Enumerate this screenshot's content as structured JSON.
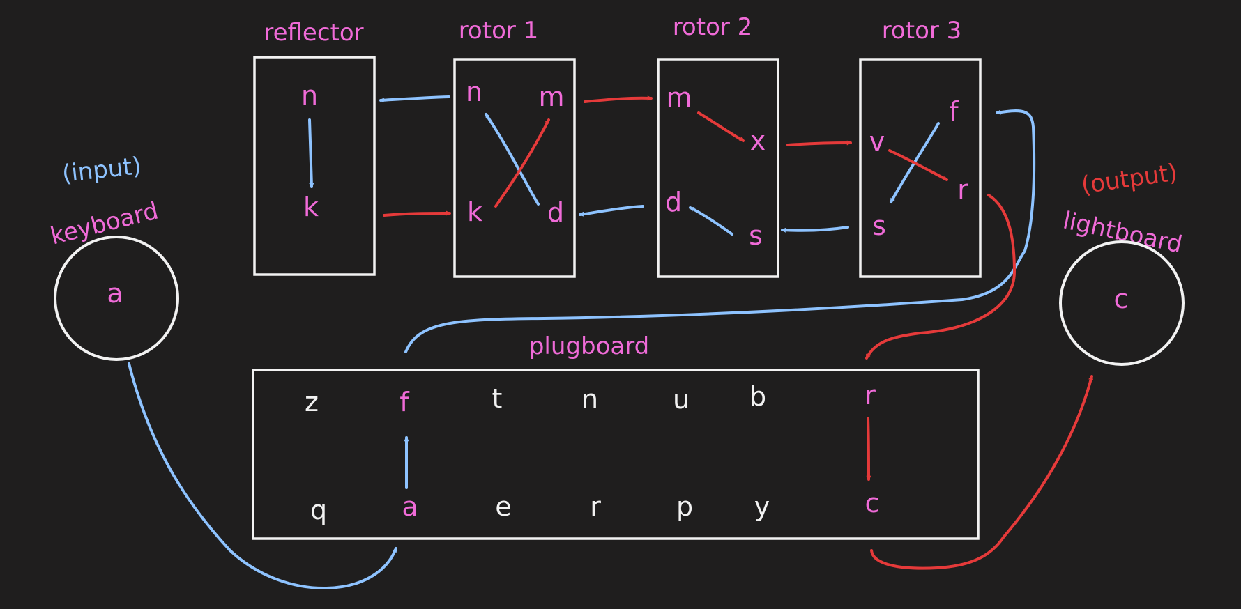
{
  "labels": {
    "reflector": "reflector",
    "rotor1": "rotor 1",
    "rotor2": "rotor 2",
    "rotor3": "rotor 3",
    "plugboard": "plugboard",
    "keyboard": "keyboard",
    "input": "(input)",
    "lightboard": "lightboard",
    "output": "(output)"
  },
  "keyboard": {
    "key": "a"
  },
  "lightboard": {
    "lamp": "c"
  },
  "reflector": {
    "top": "n",
    "bottom": "k"
  },
  "rotor1": {
    "top_left": "n",
    "top_right": "m",
    "bottom_left": "k",
    "bottom_right": "d"
  },
  "rotor2": {
    "top_left": "m",
    "mid_right": "x",
    "bottom_left": "d",
    "bottom_right": "s"
  },
  "rotor3": {
    "top_right": "f",
    "mid_left": "v",
    "mid_right": "r",
    "bottom_left": "s"
  },
  "plugboard": {
    "top_row": [
      "z",
      "f",
      "t",
      "n",
      "u",
      "b",
      "r"
    ],
    "bottom_row": [
      "q",
      "a",
      "e",
      "r",
      "p",
      "y",
      "c"
    ]
  },
  "colors": {
    "background": "#1f1e1e",
    "label_pink": "#f06bd8",
    "input_path_blue": "#8ec3ff",
    "output_path_red": "#e53a3a",
    "outline_white": "#f2f2f2"
  }
}
